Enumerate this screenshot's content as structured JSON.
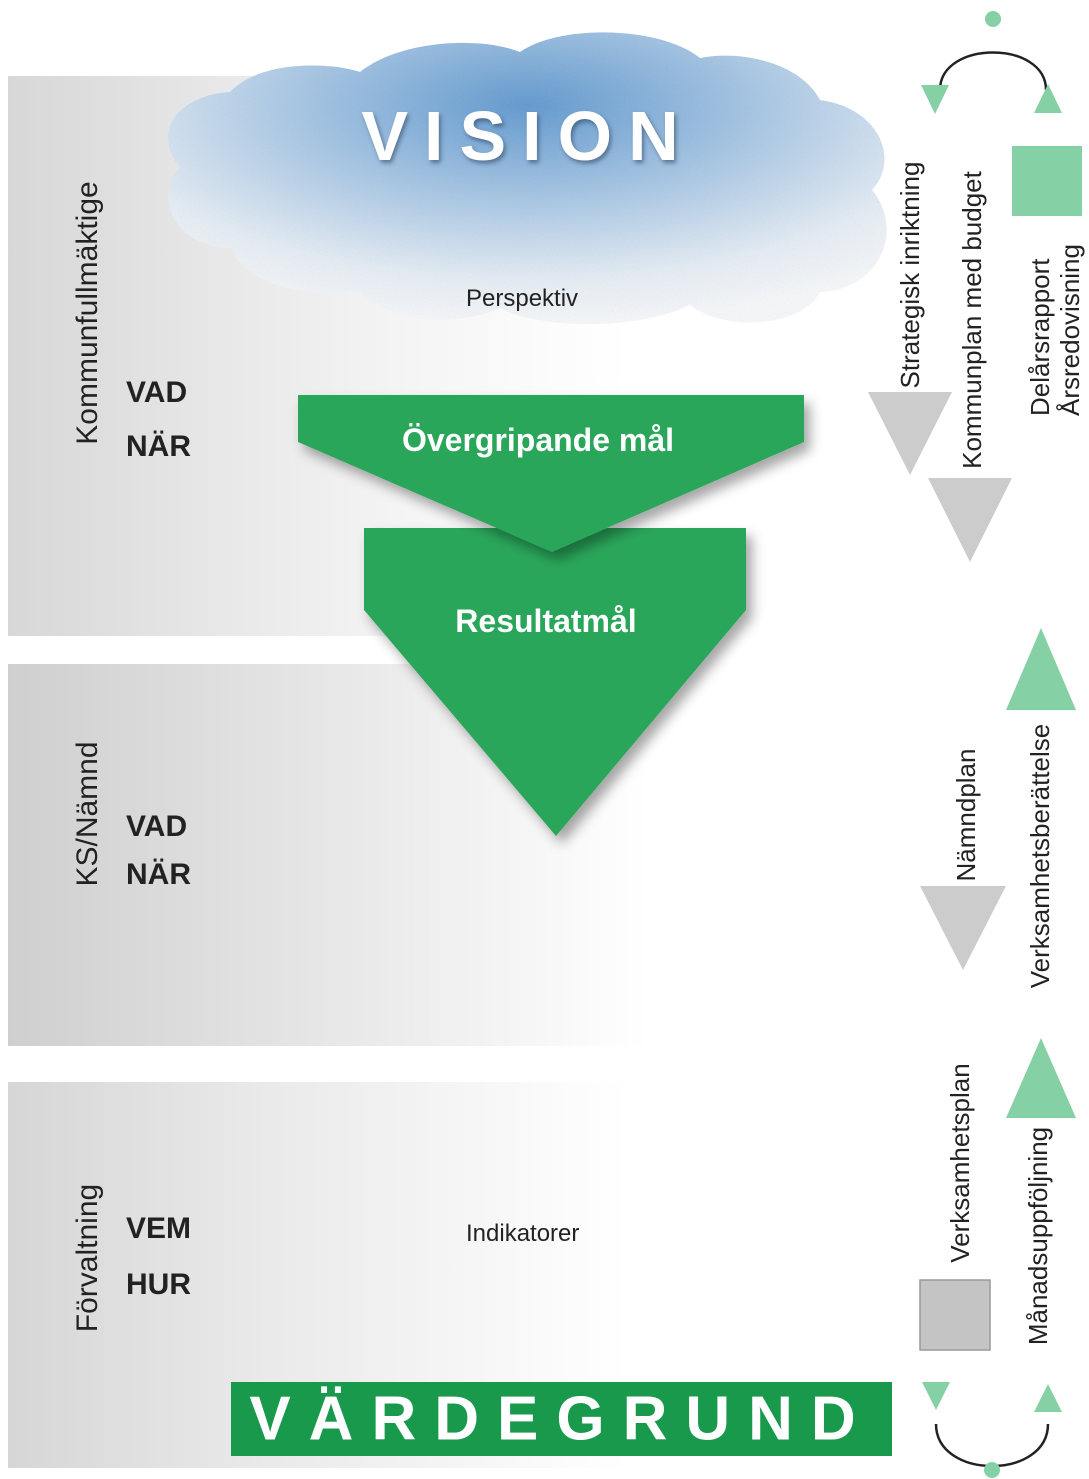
{
  "levels": [
    {
      "name": "Kommunfullmäktige",
      "keywords": [
        "VAD",
        "NÄR"
      ]
    },
    {
      "name": "KS/Nämnd",
      "keywords": [
        "VAD",
        "NÄR"
      ]
    },
    {
      "name": "Förvaltning",
      "keywords": [
        "VEM",
        "HUR"
      ]
    }
  ],
  "diagram": {
    "vision": "VISION",
    "perspective": "Perspektiv",
    "overall_goals": "Övergripande mål",
    "result_goals": "Resultatmål",
    "indicators": "Indikatorer",
    "values": "VÄRDEGRUND"
  },
  "process": {
    "strategic_direction": "Strategisk inriktning",
    "municipal_plan": "Kommunplan med budget",
    "interim_report": "Delårsrapport",
    "annual_report": "Årsredovisning",
    "board_plan": "Nämndplan",
    "activity_report": "Verksamhetsberättelse",
    "activity_plan": "Verksamhetsplan",
    "monthly_followup": "Månadsuppföljning"
  },
  "colors": {
    "green_dark": "#2aa65a",
    "green_light": "#86d0a6",
    "grey_arrow": "#cccccc",
    "cloud_blue": "#6fa4d4"
  }
}
